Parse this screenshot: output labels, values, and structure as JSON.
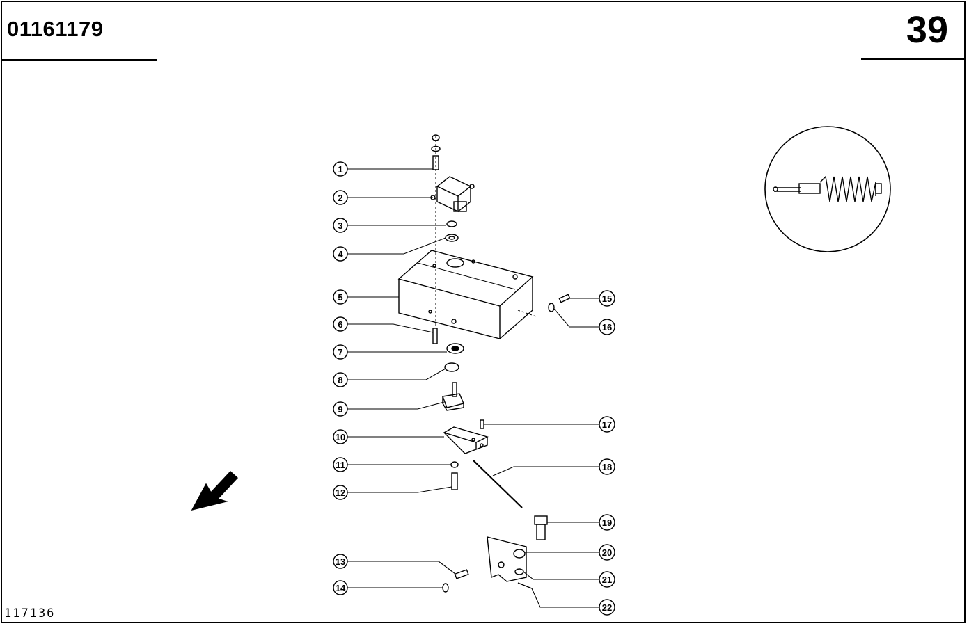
{
  "header": {
    "part_number": "01161179",
    "page_number": "39"
  },
  "footer": {
    "drawing_number": "117136"
  },
  "callouts": [
    "1",
    "2",
    "3",
    "4",
    "5",
    "6",
    "7",
    "8",
    "9",
    "10",
    "11",
    "12",
    "13",
    "14",
    "15",
    "16",
    "17",
    "18",
    "19",
    "20",
    "21",
    "22"
  ],
  "icons": {
    "detail_view": "worm-screw-detail-icon",
    "direction": "direction-arrow-icon"
  }
}
